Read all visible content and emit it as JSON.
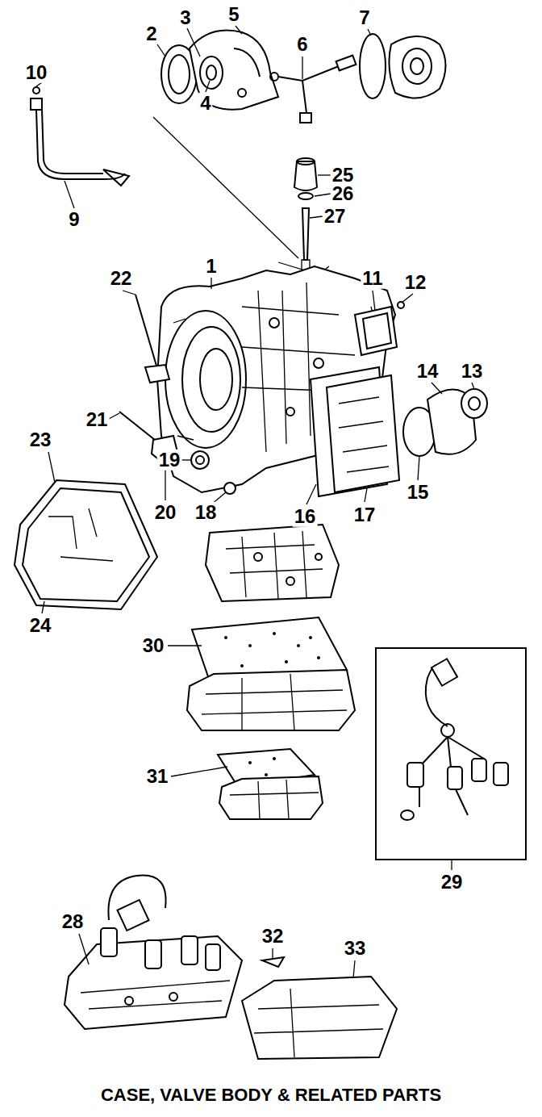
{
  "diagram": {
    "caption": "CASE, VALVE BODY & RELATED PARTS",
    "labels": [
      "10",
      "2",
      "3",
      "5",
      "6",
      "7",
      "4",
      "25",
      "26",
      "27",
      "9",
      "1",
      "11",
      "12",
      "22",
      "14",
      "13",
      "21",
      "23",
      "19",
      "20",
      "18",
      "16",
      "17",
      "15",
      "24",
      "30",
      "29",
      "31",
      "28",
      "32",
      "33"
    ]
  }
}
